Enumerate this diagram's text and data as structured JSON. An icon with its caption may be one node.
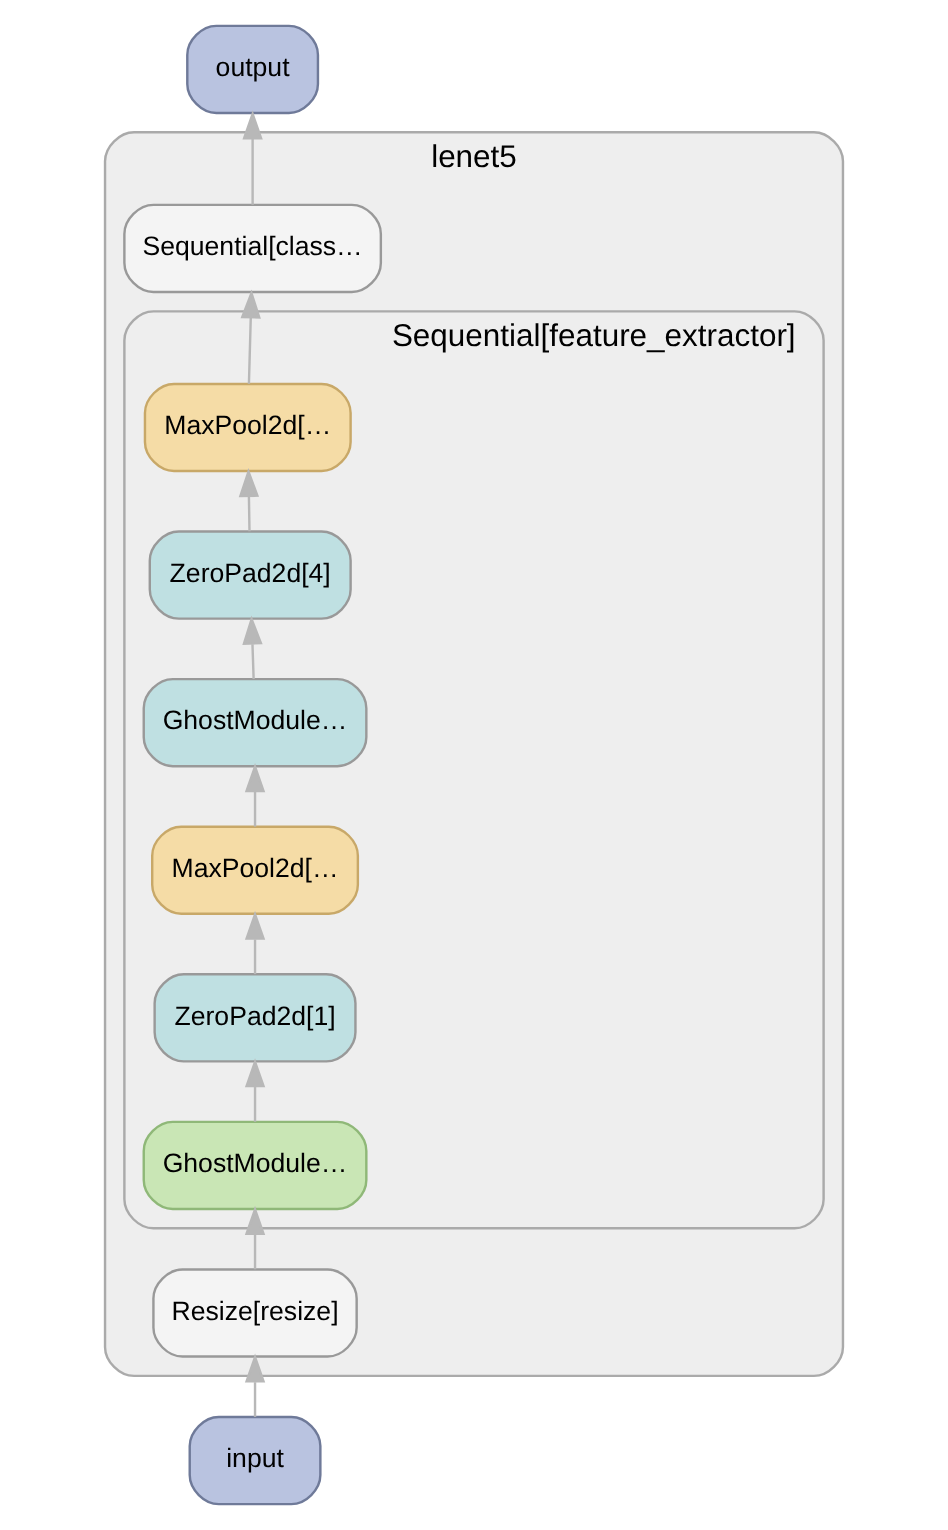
{
  "diagram": {
    "nodes": [
      {
        "text": [
          "output"
        ]
      },
      {
        "text": [
          "lenet5"
        ]
      },
      {
        "text": [
          "Sequential[class…"
        ],
        "in": 1
      },
      {
        "text": [
          "Sequential[feature_extractor]"
        ],
        "in": 1
      },
      {
        "text": [
          "MaxPool2d[…"
        ],
        "in": 3
      },
      {
        "text": [
          "ZeroPad2d[4]"
        ],
        "in": 3
      },
      {
        "text": [
          "GhostModule…"
        ],
        "in": 3
      },
      {
        "text": [
          "MaxPool2d[…"
        ],
        "in": 3
      },
      {
        "text": [
          "ZeroPad2d[1]"
        ],
        "in": 3
      },
      {
        "text": [
          "GhostModule…"
        ],
        "in": 3
      },
      {
        "text": [
          "Resize[resize]"
        ],
        "in": 1
      },
      {
        "text": [
          "input"
        ]
      }
    ],
    "edges": [
      {
        "from": 11,
        "to": 10,
        "arrow": "to"
      },
      {
        "from": 10,
        "to": 9,
        "arrow": "to"
      },
      {
        "from": 9,
        "to": 8,
        "arrow": "to"
      },
      {
        "from": 8,
        "to": 7,
        "arrow": "to"
      },
      {
        "from": 7,
        "to": 6,
        "arrow": "to"
      },
      {
        "from": 6,
        "to": 5,
        "arrow": "to"
      },
      {
        "from": 5,
        "to": 4,
        "arrow": "to"
      },
      {
        "from": 4,
        "to": 2,
        "arrow": "to"
      },
      {
        "from": 2,
        "to": 0,
        "arrow": "to"
      }
    ]
  }
}
